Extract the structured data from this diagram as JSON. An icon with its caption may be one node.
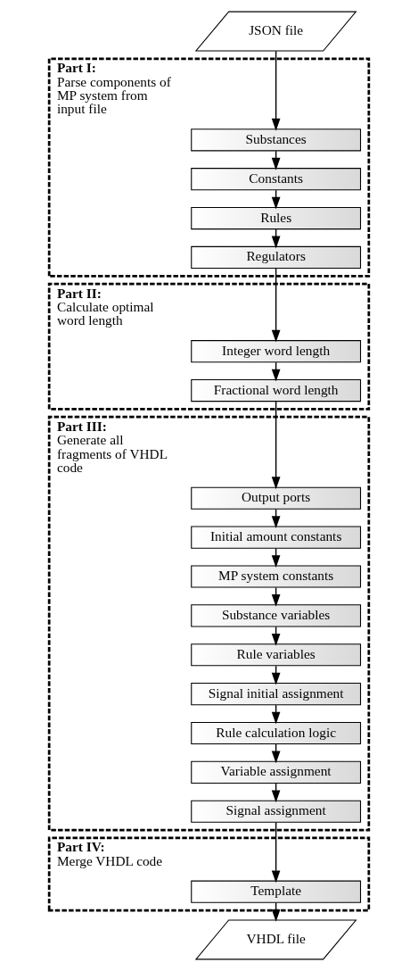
{
  "diagram": {
    "nodes": [
      {
        "text": [
          "JSON file"
        ]
      },
      {
        "text": [
          "Part I:",
          "Parse components of MP system from input file"
        ]
      },
      {
        "text": [
          "Substances"
        ],
        "in": 1
      },
      {
        "text": [
          "Constants"
        ],
        "in": 1
      },
      {
        "text": [
          "Rules"
        ],
        "in": 1
      },
      {
        "text": [
          "Regulators"
        ],
        "in": 1
      },
      {
        "text": [
          "Part II:",
          "Calculate optimal word length"
        ]
      },
      {
        "text": [
          "Integer word length"
        ],
        "in": 6
      },
      {
        "text": [
          "Fractional word length"
        ],
        "in": 6
      },
      {
        "text": [
          "Part III:",
          "Generate all fragments of VHDL code"
        ]
      },
      {
        "text": [
          "Output ports"
        ],
        "in": 9
      },
      {
        "text": [
          "Initial amount constants"
        ],
        "in": 9
      },
      {
        "text": [
          "MP system constants"
        ],
        "in": 9
      },
      {
        "text": [
          "Substance variables"
        ],
        "in": 9
      },
      {
        "text": [
          "Rule variables"
        ],
        "in": 9
      },
      {
        "text": [
          "Signal initial assignment"
        ],
        "in": 9
      },
      {
        "text": [
          "Rule calculation logic"
        ],
        "in": 9
      },
      {
        "text": [
          "Variable assignment"
        ],
        "in": 9
      },
      {
        "text": [
          "Signal assignment"
        ],
        "in": 9
      },
      {
        "text": [
          "Part IV:",
          "Merge VHDL code"
        ]
      },
      {
        "text": [
          "Template"
        ],
        "in": 19
      },
      {
        "text": [
          "VHDL file"
        ]
      }
    ],
    "edges": [
      {
        "from": 0,
        "to": 2,
        "arrow": "to"
      },
      {
        "from": 2,
        "to": 3,
        "arrow": "to"
      },
      {
        "from": 3,
        "to": 4,
        "arrow": "to"
      },
      {
        "from": 4,
        "to": 5,
        "arrow": "to"
      },
      {
        "from": 5,
        "to": 7,
        "arrow": "to"
      },
      {
        "from": 7,
        "to": 8,
        "arrow": "to"
      },
      {
        "from": 8,
        "to": 10,
        "arrow": "to"
      },
      {
        "from": 10,
        "to": 11,
        "arrow": "to"
      },
      {
        "from": 11,
        "to": 12,
        "arrow": "to"
      },
      {
        "from": 12,
        "to": 13,
        "arrow": "to"
      },
      {
        "from": 13,
        "to": 14,
        "arrow": "to"
      },
      {
        "from": 14,
        "to": 15,
        "arrow": "to"
      },
      {
        "from": 15,
        "to": 16,
        "arrow": "to"
      },
      {
        "from": 16,
        "to": 17,
        "arrow": "to"
      },
      {
        "from": 17,
        "to": 18,
        "arrow": "to"
      },
      {
        "from": 18,
        "to": 20,
        "arrow": "to"
      },
      {
        "from": 20,
        "to": 21,
        "arrow": "to"
      }
    ]
  }
}
